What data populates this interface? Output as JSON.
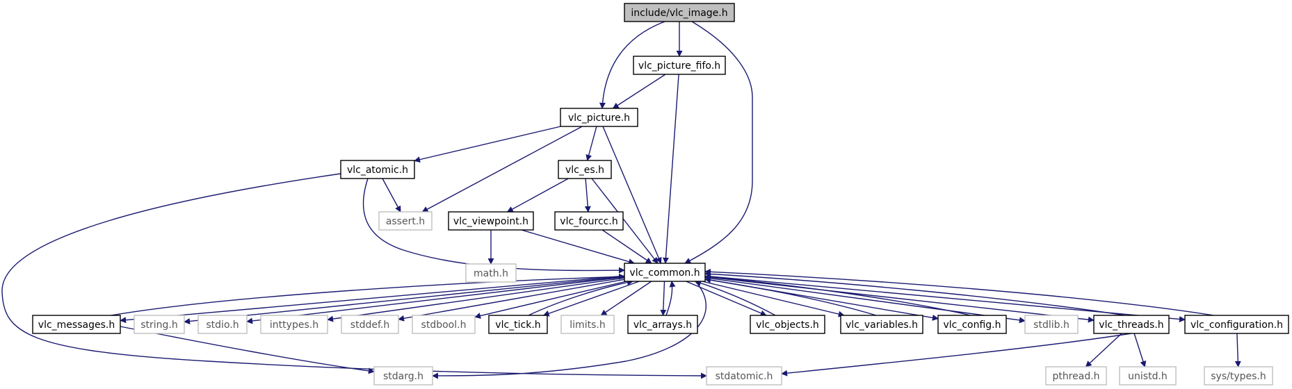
{
  "colors": {
    "edge": "#191970",
    "border": "#000000",
    "border_system": "#bfbfbf",
    "text": "#000000",
    "text_system": "#555555",
    "root_fill": "#bfbfbf",
    "node_fill": "#ffffff"
  },
  "nodes": [
    {
      "id": "vlc_image",
      "label": "include/vlc_image.h",
      "kind": "root"
    },
    {
      "id": "vlc_picture_fifo",
      "label": "vlc_picture_fifo.h",
      "kind": "local"
    },
    {
      "id": "vlc_picture",
      "label": "vlc_picture.h",
      "kind": "local"
    },
    {
      "id": "vlc_atomic",
      "label": "vlc_atomic.h",
      "kind": "local"
    },
    {
      "id": "vlc_es",
      "label": "vlc_es.h",
      "kind": "local"
    },
    {
      "id": "assert",
      "label": "assert.h",
      "kind": "system"
    },
    {
      "id": "vlc_viewpoint",
      "label": "vlc_viewpoint.h",
      "kind": "local"
    },
    {
      "id": "vlc_fourcc",
      "label": "vlc_fourcc.h",
      "kind": "local"
    },
    {
      "id": "math",
      "label": "math.h",
      "kind": "system"
    },
    {
      "id": "vlc_common",
      "label": "vlc_common.h",
      "kind": "local"
    },
    {
      "id": "vlc_messages",
      "label": "vlc_messages.h",
      "kind": "local"
    },
    {
      "id": "string",
      "label": "string.h",
      "kind": "system"
    },
    {
      "id": "stdio",
      "label": "stdio.h",
      "kind": "system"
    },
    {
      "id": "inttypes",
      "label": "inttypes.h",
      "kind": "system"
    },
    {
      "id": "stddef",
      "label": "stddef.h",
      "kind": "system"
    },
    {
      "id": "stdbool",
      "label": "stdbool.h",
      "kind": "system"
    },
    {
      "id": "vlc_tick",
      "label": "vlc_tick.h",
      "kind": "local"
    },
    {
      "id": "limits",
      "label": "limits.h",
      "kind": "system"
    },
    {
      "id": "vlc_arrays",
      "label": "vlc_arrays.h",
      "kind": "local"
    },
    {
      "id": "vlc_objects",
      "label": "vlc_objects.h",
      "kind": "local"
    },
    {
      "id": "vlc_variables",
      "label": "vlc_variables.h",
      "kind": "local"
    },
    {
      "id": "vlc_config",
      "label": "vlc_config.h",
      "kind": "local"
    },
    {
      "id": "stdlib",
      "label": "stdlib.h",
      "kind": "system"
    },
    {
      "id": "vlc_threads",
      "label": "vlc_threads.h",
      "kind": "local"
    },
    {
      "id": "vlc_configuration",
      "label": "vlc_configuration.h",
      "kind": "local"
    },
    {
      "id": "stdarg",
      "label": "stdarg.h",
      "kind": "system"
    },
    {
      "id": "stdatomic",
      "label": "stdatomic.h",
      "kind": "system"
    },
    {
      "id": "pthread",
      "label": "pthread.h",
      "kind": "system"
    },
    {
      "id": "unistd",
      "label": "unistd.h",
      "kind": "system"
    },
    {
      "id": "sys_types",
      "label": "sys/types.h",
      "kind": "system"
    }
  ],
  "edges": [
    {
      "from": "vlc_image",
      "to": "vlc_picture_fifo"
    },
    {
      "from": "vlc_image",
      "to": "vlc_picture"
    },
    {
      "from": "vlc_image",
      "to": "vlc_common"
    },
    {
      "from": "vlc_picture_fifo",
      "to": "vlc_picture"
    },
    {
      "from": "vlc_picture_fifo",
      "to": "vlc_common"
    },
    {
      "from": "vlc_picture",
      "to": "vlc_atomic"
    },
    {
      "from": "vlc_picture",
      "to": "vlc_es"
    },
    {
      "from": "vlc_picture",
      "to": "assert"
    },
    {
      "from": "vlc_picture",
      "to": "vlc_common"
    },
    {
      "from": "vlc_atomic",
      "to": "assert"
    },
    {
      "from": "vlc_atomic",
      "to": "vlc_common"
    },
    {
      "from": "vlc_atomic",
      "to": "stdatomic"
    },
    {
      "from": "vlc_es",
      "to": "vlc_viewpoint"
    },
    {
      "from": "vlc_es",
      "to": "vlc_fourcc"
    },
    {
      "from": "vlc_es",
      "to": "vlc_common"
    },
    {
      "from": "vlc_viewpoint",
      "to": "math"
    },
    {
      "from": "vlc_viewpoint",
      "to": "vlc_common"
    },
    {
      "from": "vlc_fourcc",
      "to": "vlc_common"
    },
    {
      "from": "vlc_common",
      "to": "vlc_messages"
    },
    {
      "from": "vlc_common",
      "to": "string"
    },
    {
      "from": "vlc_common",
      "to": "stdio"
    },
    {
      "from": "vlc_common",
      "to": "inttypes"
    },
    {
      "from": "vlc_common",
      "to": "stddef"
    },
    {
      "from": "vlc_common",
      "to": "stdbool"
    },
    {
      "from": "vlc_common",
      "to": "vlc_tick"
    },
    {
      "from": "vlc_common",
      "to": "limits"
    },
    {
      "from": "vlc_common",
      "to": "vlc_arrays"
    },
    {
      "from": "vlc_common",
      "to": "vlc_objects"
    },
    {
      "from": "vlc_common",
      "to": "vlc_variables"
    },
    {
      "from": "vlc_common",
      "to": "vlc_config"
    },
    {
      "from": "vlc_common",
      "to": "stdlib"
    },
    {
      "from": "vlc_common",
      "to": "vlc_threads"
    },
    {
      "from": "vlc_common",
      "to": "vlc_configuration"
    },
    {
      "from": "vlc_common",
      "to": "stdarg"
    },
    {
      "from": "vlc_messages",
      "to": "vlc_common"
    },
    {
      "from": "vlc_messages",
      "to": "stdarg"
    },
    {
      "from": "vlc_tick",
      "to": "vlc_common"
    },
    {
      "from": "vlc_arrays",
      "to": "vlc_common"
    },
    {
      "from": "vlc_objects",
      "to": "vlc_common"
    },
    {
      "from": "vlc_variables",
      "to": "vlc_common"
    },
    {
      "from": "vlc_config",
      "to": "vlc_common"
    },
    {
      "from": "vlc_threads",
      "to": "vlc_common"
    },
    {
      "from": "vlc_threads",
      "to": "stdatomic"
    },
    {
      "from": "vlc_threads",
      "to": "pthread"
    },
    {
      "from": "vlc_threads",
      "to": "unistd"
    },
    {
      "from": "vlc_configuration",
      "to": "vlc_common"
    },
    {
      "from": "vlc_configuration",
      "to": "sys_types"
    }
  ]
}
